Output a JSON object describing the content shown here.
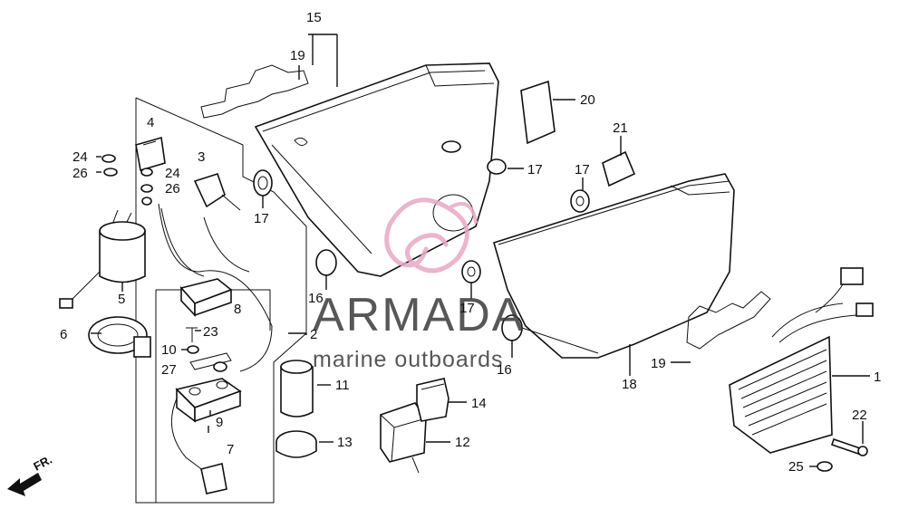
{
  "diagram": {
    "callouts": {
      "c1": "1",
      "c2": "2",
      "c3": "3",
      "c4": "4",
      "c5": "5",
      "c6": "6",
      "c7": "7",
      "c8": "8",
      "c9": "9",
      "c10": "10",
      "c11": "11",
      "c12": "12",
      "c13": "13",
      "c14": "14",
      "c15": "15",
      "c16a": "16",
      "c16b": "16",
      "c17a": "17",
      "c17b": "17",
      "c17c": "17",
      "c17d": "17",
      "c18": "18",
      "c19a": "19",
      "c19b": "19",
      "c20": "20",
      "c21": "21",
      "c22": "22",
      "c23": "23",
      "c24a": "24",
      "c24b": "24",
      "c25": "25",
      "c26a": "26",
      "c26b": "26",
      "c27": "27"
    },
    "direction_label": "FR."
  },
  "watermark": {
    "brand": "ARMADA",
    "tagline": "marine outboards",
    "logo_color": "#e8a9c6",
    "text_color": "#3a3a3a"
  }
}
